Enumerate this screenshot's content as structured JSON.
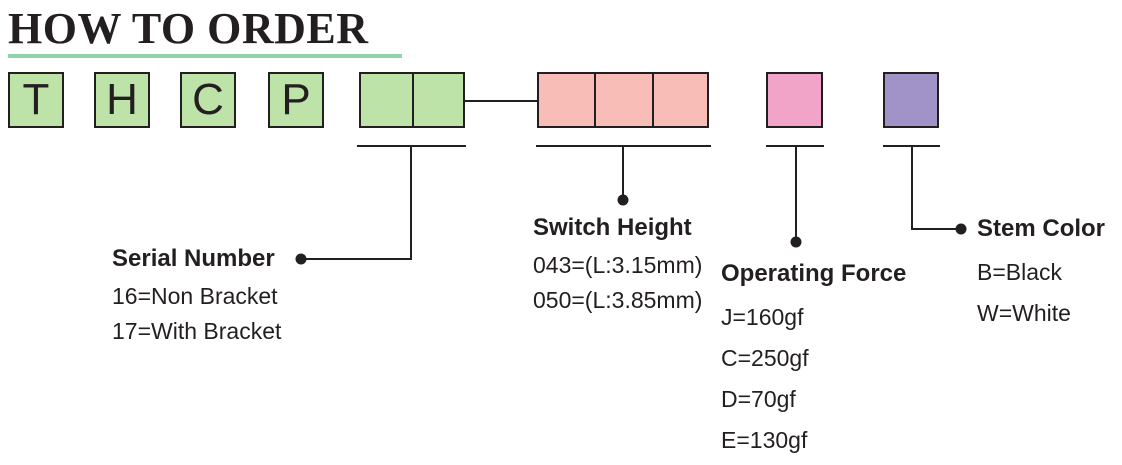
{
  "title": "HOW TO ORDER",
  "code_letters": [
    "T",
    "H",
    "C",
    "P"
  ],
  "colors": {
    "title_rule": "#8fd3a8",
    "serial_box": "#bde3a9",
    "height_box": "#f7bdb6",
    "force_box": "#f1a4c8",
    "stem_box": "#a192c7"
  },
  "serial_number": {
    "heading": "Serial Number",
    "options": [
      "16=Non Bracket",
      "17=With Bracket"
    ]
  },
  "switch_height": {
    "heading": "Switch Height",
    "options": [
      "043=(L:3.15mm)",
      "050=(L:3.85mm)"
    ]
  },
  "operating_force": {
    "heading": "Operating Force",
    "options": [
      "J=160gf",
      "C=250gf",
      "D=70gf",
      "E=130gf"
    ]
  },
  "stem_color": {
    "heading": "Stem Color",
    "options": [
      "B=Black",
      "W=White"
    ]
  }
}
